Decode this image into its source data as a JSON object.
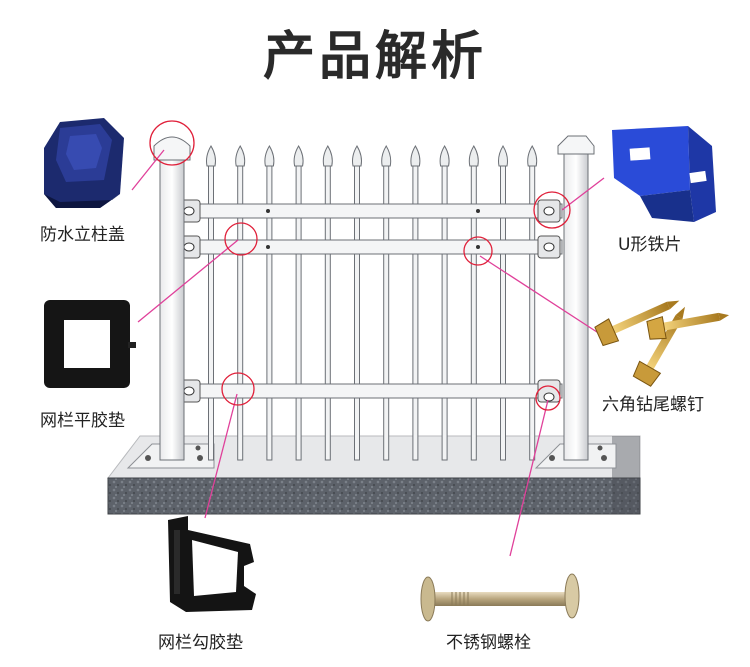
{
  "title": "产品解析",
  "parts": [
    {
      "id": "post-cap",
      "label": "防水立柱盖"
    },
    {
      "id": "u-bracket",
      "label": "U形铁片"
    },
    {
      "id": "flat-gasket",
      "label": "网栏平胶垫"
    },
    {
      "id": "screw",
      "label": "六角钻尾螺钉"
    },
    {
      "id": "hook-gasket",
      "label": "网栏勾胶垫"
    },
    {
      "id": "bolt",
      "label": "不锈钢螺栓"
    }
  ],
  "colors": {
    "leader_line": "#e0409a",
    "cap_blue": "#1f2f7a",
    "bracket_blue": "#2a4bd8",
    "gasket_black": "#111111",
    "base_gray": "#5a5f66"
  }
}
